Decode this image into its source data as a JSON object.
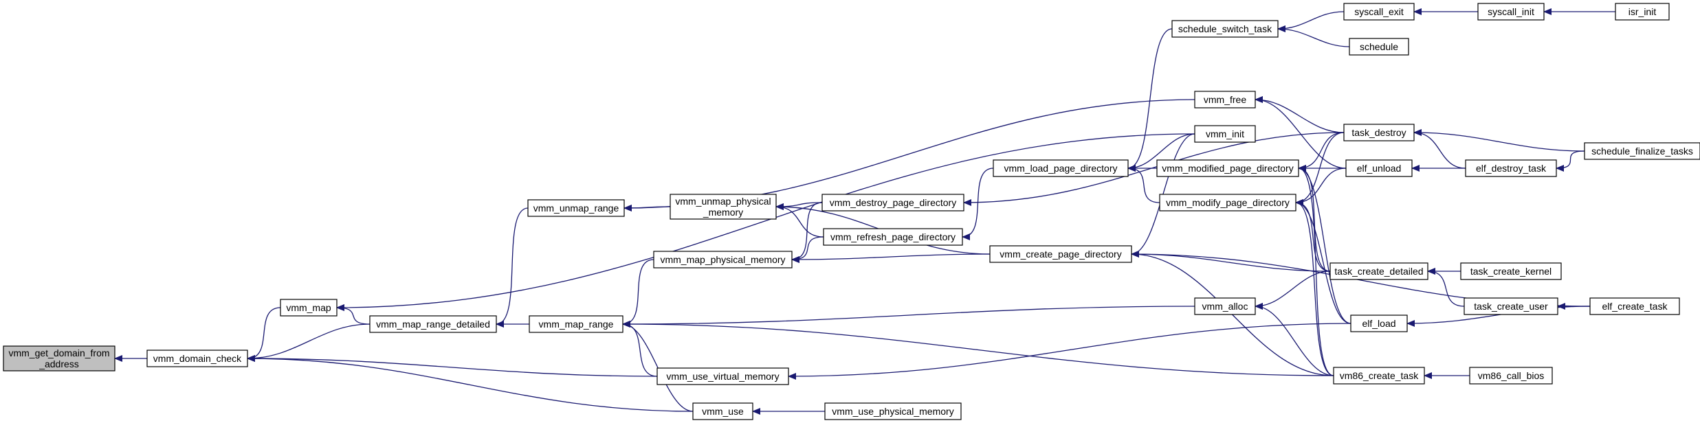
{
  "graph": {
    "title": "",
    "edge_color": "#191970",
    "root_fill": "#bfbfbf",
    "node_fill": "#ffffff",
    "nodes": [
      {
        "id": "root",
        "label": [
          "vmm_get_domain_from",
          "_address"
        ]
      },
      {
        "id": "vmm_domain_check",
        "label": [
          "vmm_domain_check"
        ]
      },
      {
        "id": "vmm_map",
        "label": [
          "vmm_map"
        ]
      },
      {
        "id": "vmm_map_range_detailed",
        "label": [
          "vmm_map_range_detailed"
        ]
      },
      {
        "id": "vmm_unmap_range",
        "label": [
          "vmm_unmap_range"
        ]
      },
      {
        "id": "vmm_map_range",
        "label": [
          "vmm_map_range"
        ]
      },
      {
        "id": "vmm_unmap_physical_memory",
        "label": [
          "vmm_unmap_physical",
          "_memory"
        ]
      },
      {
        "id": "vmm_map_physical_memory",
        "label": [
          "vmm_map_physical_memory"
        ]
      },
      {
        "id": "vmm_use_virtual_memory",
        "label": [
          "vmm_use_virtual_memory"
        ]
      },
      {
        "id": "vmm_use",
        "label": [
          "vmm_use"
        ]
      },
      {
        "id": "vmm_destroy_page_directory",
        "label": [
          "vmm_destroy_page_directory"
        ]
      },
      {
        "id": "vmm_refresh_page_directory",
        "label": [
          "vmm_refresh_page_directory"
        ]
      },
      {
        "id": "vmm_use_physical_memory",
        "label": [
          "vmm_use_physical_memory"
        ]
      },
      {
        "id": "vmm_load_page_directory",
        "label": [
          "vmm_load_page_directory"
        ]
      },
      {
        "id": "vmm_create_page_directory",
        "label": [
          "vmm_create_page_directory"
        ]
      },
      {
        "id": "schedule_switch_task",
        "label": [
          "schedule_switch_task"
        ]
      },
      {
        "id": "vmm_free",
        "label": [
          "vmm_free"
        ]
      },
      {
        "id": "vmm_init",
        "label": [
          "vmm_init"
        ]
      },
      {
        "id": "vmm_modified_page_directory",
        "label": [
          "vmm_modified_page_directory"
        ]
      },
      {
        "id": "vmm_modify_page_directory",
        "label": [
          "vmm_modify_page_directory"
        ]
      },
      {
        "id": "vmm_alloc",
        "label": [
          "vmm_alloc"
        ]
      },
      {
        "id": "syscall_exit",
        "label": [
          "syscall_exit"
        ]
      },
      {
        "id": "schedule",
        "label": [
          "schedule"
        ]
      },
      {
        "id": "task_destroy",
        "label": [
          "task_destroy"
        ]
      },
      {
        "id": "elf_unload",
        "label": [
          "elf_unload"
        ]
      },
      {
        "id": "task_create_detailed",
        "label": [
          "task_create_detailed"
        ]
      },
      {
        "id": "elf_load",
        "label": [
          "elf_load"
        ]
      },
      {
        "id": "vm86_create_task",
        "label": [
          "vm86_create_task"
        ]
      },
      {
        "id": "syscall_init",
        "label": [
          "syscall_init"
        ]
      },
      {
        "id": "elf_destroy_task",
        "label": [
          "elf_destroy_task"
        ]
      },
      {
        "id": "task_create_kernel",
        "label": [
          "task_create_kernel"
        ]
      },
      {
        "id": "task_create_user",
        "label": [
          "task_create_user"
        ]
      },
      {
        "id": "vm86_call_bios",
        "label": [
          "vm86_call_bios"
        ]
      },
      {
        "id": "isr_init",
        "label": [
          "isr_init"
        ]
      },
      {
        "id": "schedule_finalize_tasks",
        "label": [
          "schedule_finalize_tasks"
        ]
      },
      {
        "id": "elf_create_task",
        "label": [
          "elf_create_task"
        ]
      }
    ],
    "edges": [
      [
        "root",
        "vmm_domain_check"
      ],
      [
        "vmm_domain_check",
        "vmm_map"
      ],
      [
        "vmm_domain_check",
        "vmm_map_range_detailed"
      ],
      [
        "vmm_domain_check",
        "vmm_use_virtual_memory"
      ],
      [
        "vmm_domain_check",
        "vmm_use"
      ],
      [
        "vmm_map",
        "vmm_init"
      ],
      [
        "vmm_map",
        "vmm_map_range_detailed"
      ],
      [
        "vmm_map_range_detailed",
        "vmm_unmap_range"
      ],
      [
        "vmm_map_range_detailed",
        "vmm_map_range"
      ],
      [
        "vmm_unmap_range",
        "vmm_unmap_physical_memory"
      ],
      [
        "vmm_unmap_range",
        "vmm_free"
      ],
      [
        "vmm_map_range",
        "vmm_map_physical_memory"
      ],
      [
        "vmm_map_range",
        "vmm_alloc"
      ],
      [
        "vmm_map_range",
        "vmm_use_virtual_memory"
      ],
      [
        "vmm_map_range",
        "vmm_use"
      ],
      [
        "vmm_map_range",
        "vm86_create_task"
      ],
      [
        "vmm_unmap_physical_memory",
        "vmm_destroy_page_directory"
      ],
      [
        "vmm_unmap_physical_memory",
        "vmm_refresh_page_directory"
      ],
      [
        "vmm_unmap_physical_memory",
        "vmm_create_page_directory"
      ],
      [
        "vmm_map_physical_memory",
        "vmm_destroy_page_directory"
      ],
      [
        "vmm_map_physical_memory",
        "vmm_refresh_page_directory"
      ],
      [
        "vmm_map_physical_memory",
        "vmm_create_page_directory"
      ],
      [
        "vmm_use_virtual_memory",
        "elf_load"
      ],
      [
        "vmm_use",
        "vmm_use_physical_memory"
      ],
      [
        "vmm_destroy_page_directory",
        "task_destroy"
      ],
      [
        "vmm_refresh_page_directory",
        "vmm_load_page_directory"
      ],
      [
        "vmm_load_page_directory",
        "schedule_switch_task"
      ],
      [
        "vmm_load_page_directory",
        "vmm_init"
      ],
      [
        "vmm_load_page_directory",
        "vmm_modified_page_directory"
      ],
      [
        "vmm_load_page_directory",
        "vmm_modify_page_directory"
      ],
      [
        "vmm_create_page_directory",
        "vmm_init"
      ],
      [
        "vmm_create_page_directory",
        "task_create_detailed"
      ],
      [
        "vmm_create_page_directory",
        "vm86_create_task"
      ],
      [
        "vmm_create_page_directory",
        "elf_create_task"
      ],
      [
        "schedule_switch_task",
        "syscall_exit"
      ],
      [
        "schedule_switch_task",
        "schedule"
      ],
      [
        "syscall_exit",
        "syscall_init"
      ],
      [
        "syscall_init",
        "isr_init"
      ],
      [
        "vmm_free",
        "task_destroy"
      ],
      [
        "vmm_free",
        "elf_unload"
      ],
      [
        "vmm_modified_page_directory",
        "task_destroy"
      ],
      [
        "vmm_modified_page_directory",
        "elf_unload"
      ],
      [
        "vmm_modified_page_directory",
        "task_create_detailed"
      ],
      [
        "vmm_modified_page_directory",
        "elf_load"
      ],
      [
        "vmm_modified_page_directory",
        "vm86_create_task"
      ],
      [
        "vmm_modify_page_directory",
        "task_destroy"
      ],
      [
        "vmm_modify_page_directory",
        "elf_unload"
      ],
      [
        "vmm_modify_page_directory",
        "task_create_detailed"
      ],
      [
        "vmm_modify_page_directory",
        "elf_load"
      ],
      [
        "vmm_modify_page_directory",
        "vm86_create_task"
      ],
      [
        "vmm_alloc",
        "task_create_detailed"
      ],
      [
        "vmm_alloc",
        "vm86_create_task"
      ],
      [
        "task_destroy",
        "elf_destroy_task"
      ],
      [
        "task_destroy",
        "schedule_finalize_tasks"
      ],
      [
        "elf_unload",
        "elf_destroy_task"
      ],
      [
        "elf_destroy_task",
        "schedule_finalize_tasks"
      ],
      [
        "task_create_detailed",
        "task_create_kernel"
      ],
      [
        "task_create_detailed",
        "task_create_user"
      ],
      [
        "task_create_user",
        "elf_create_task"
      ],
      [
        "elf_load",
        "elf_create_task"
      ],
      [
        "vm86_create_task",
        "vm86_call_bios"
      ]
    ]
  }
}
